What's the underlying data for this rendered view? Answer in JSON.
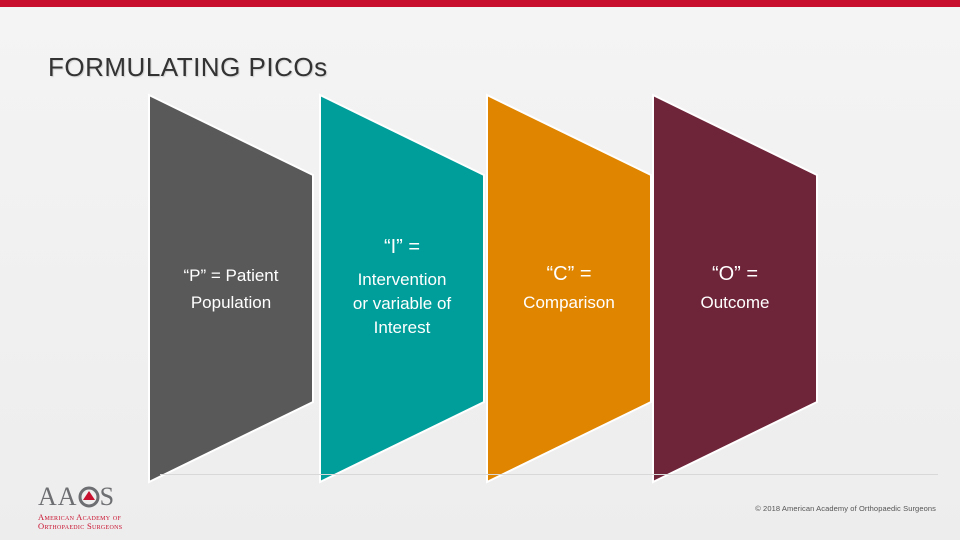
{
  "slide": {
    "title": "FORMULATING PICOs",
    "copyright": "© 2018 American Academy of Orthopaedic Surgeons"
  },
  "logo": {
    "mark_left": "AA",
    "mark_right": "S",
    "name_line1": "American Academy of",
    "name_line2": "Orthopaedic Surgeons"
  },
  "panels": [
    {
      "heading": "“P” = Patient",
      "body_line1": "Population",
      "body_line2": "",
      "body_line3": "",
      "color": "#595959"
    },
    {
      "heading": "“I” =",
      "body_line1": "Intervention",
      "body_line2": "or variable of",
      "body_line3": "Interest",
      "color": "#009e9a"
    },
    {
      "heading": "“C” =",
      "body_line1": "Comparison",
      "body_line2": "",
      "body_line3": "",
      "color": "#df8500"
    },
    {
      "heading": "“O” =",
      "body_line1": "Outcome",
      "body_line2": "",
      "body_line3": "",
      "color": "#6e2439"
    }
  ],
  "colors": {
    "accent_bar": "#c8102e"
  }
}
